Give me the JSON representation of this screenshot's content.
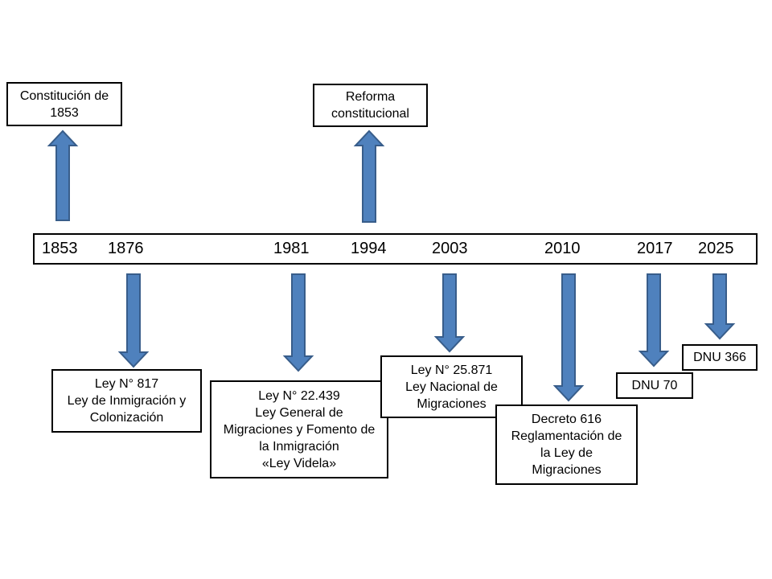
{
  "colors": {
    "arrow_fill": "#4f81bd",
    "arrow_stroke": "#385d8a",
    "border": "#000000"
  },
  "timeline": {
    "years": [
      "1853",
      "1876",
      "1981",
      "1994",
      "2003",
      "2010",
      "2017",
      "2025"
    ]
  },
  "events_above": [
    {
      "year": "1853",
      "lines": [
        "Constitución de",
        "1853"
      ]
    },
    {
      "year": "1994",
      "lines": [
        "Reforma",
        "constitucional"
      ]
    }
  ],
  "events_below": [
    {
      "year": "1876",
      "lines": [
        "Ley N° 817",
        "Ley de Inmigración y",
        "Colonización"
      ]
    },
    {
      "year": "1981",
      "lines": [
        "Ley N° 22.439",
        "Ley General de",
        "Migraciones y Fomento de",
        "la Inmigración",
        "«Ley Videla»"
      ]
    },
    {
      "year": "2003",
      "lines": [
        "Ley N° 25.871",
        "Ley Nacional de",
        "Migraciones"
      ]
    },
    {
      "year": "2010",
      "lines": [
        "Decreto 616",
        "Reglamentación de",
        "la Ley de",
        "Migraciones"
      ]
    },
    {
      "year": "2017",
      "lines": [
        "DNU 70"
      ]
    },
    {
      "year": "2025",
      "lines": [
        "DNU 366"
      ]
    }
  ]
}
